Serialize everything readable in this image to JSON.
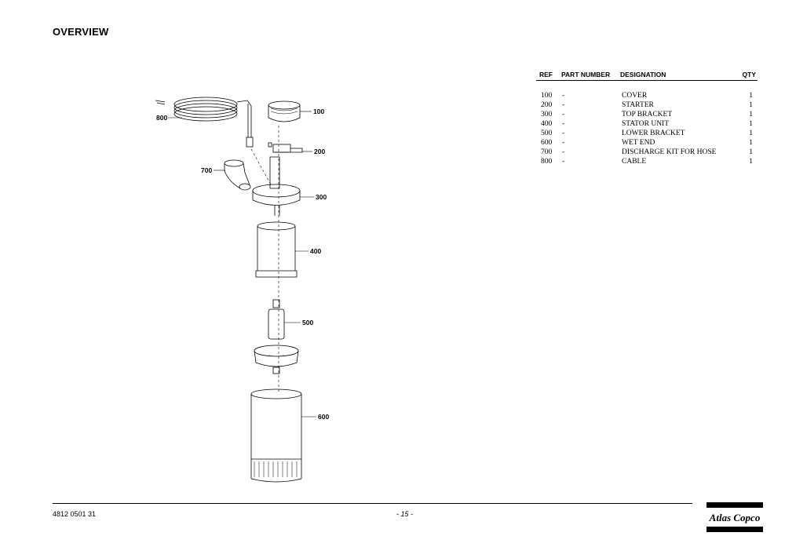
{
  "page": {
    "title": "OVERVIEW"
  },
  "diagram": {
    "callouts": {
      "c800": "800",
      "c100": "100",
      "c200": "200",
      "c700": "700",
      "c300": "300",
      "c400": "400",
      "c500": "500",
      "c600": "600"
    }
  },
  "parts_table": {
    "headers": {
      "ref": "REF",
      "part_number": "PART NUMBER",
      "designation": "DESIGNATION",
      "qty": "QTY"
    },
    "rows": [
      {
        "ref": "100",
        "part_number": "-",
        "designation": "COVER",
        "qty": "1"
      },
      {
        "ref": "200",
        "part_number": "-",
        "designation": "STARTER",
        "qty": "1"
      },
      {
        "ref": "300",
        "part_number": "-",
        "designation": "TOP BRACKET",
        "qty": "1"
      },
      {
        "ref": "400",
        "part_number": "-",
        "designation": "STATOR UNIT",
        "qty": "1"
      },
      {
        "ref": "500",
        "part_number": "-",
        "designation": "LOWER BRACKET",
        "qty": "1"
      },
      {
        "ref": "600",
        "part_number": "-",
        "designation": "WET END",
        "qty": "1"
      },
      {
        "ref": "700",
        "part_number": "-",
        "designation": "DISCHARGE KIT FOR HOSE",
        "qty": "1"
      },
      {
        "ref": "800",
        "part_number": "-",
        "designation": "CABLE",
        "qty": "1"
      }
    ]
  },
  "footer": {
    "document_number": "4812 0501 31",
    "page_number": "- 15 -",
    "logo_text": "Atlas Copco"
  }
}
